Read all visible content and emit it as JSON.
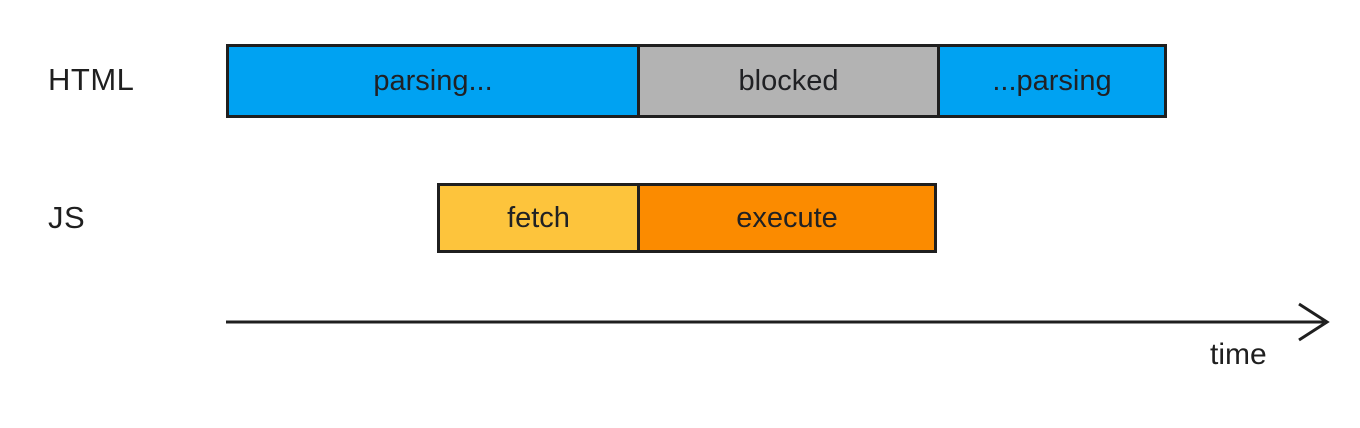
{
  "diagram": {
    "title_implicit": "Parser-blocking script timeline",
    "rows": [
      {
        "id": "html",
        "label": "HTML",
        "segments": [
          {
            "label": "parsing...",
            "state": "parsing",
            "color": "#00a2f2"
          },
          {
            "label": "blocked",
            "state": "blocked",
            "color": "#b3b3b3"
          },
          {
            "label": "...parsing",
            "state": "parsing",
            "color": "#00a2f2"
          }
        ]
      },
      {
        "id": "js",
        "label": "JS",
        "segments": [
          {
            "label": "fetch",
            "state": "fetch",
            "color": "#fdc43c"
          },
          {
            "label": "execute",
            "state": "execute",
            "color": "#fb8b00"
          }
        ]
      }
    ],
    "axis": {
      "label": "time"
    },
    "colors": {
      "bar_blue": "#00a2f2",
      "bar_gray": "#b3b3b3",
      "bar_yellow": "#fdc43c",
      "bar_orange": "#fb8b00",
      "outline": "#1f1f1f",
      "text": "#202124",
      "background": "#ffffff"
    }
  }
}
